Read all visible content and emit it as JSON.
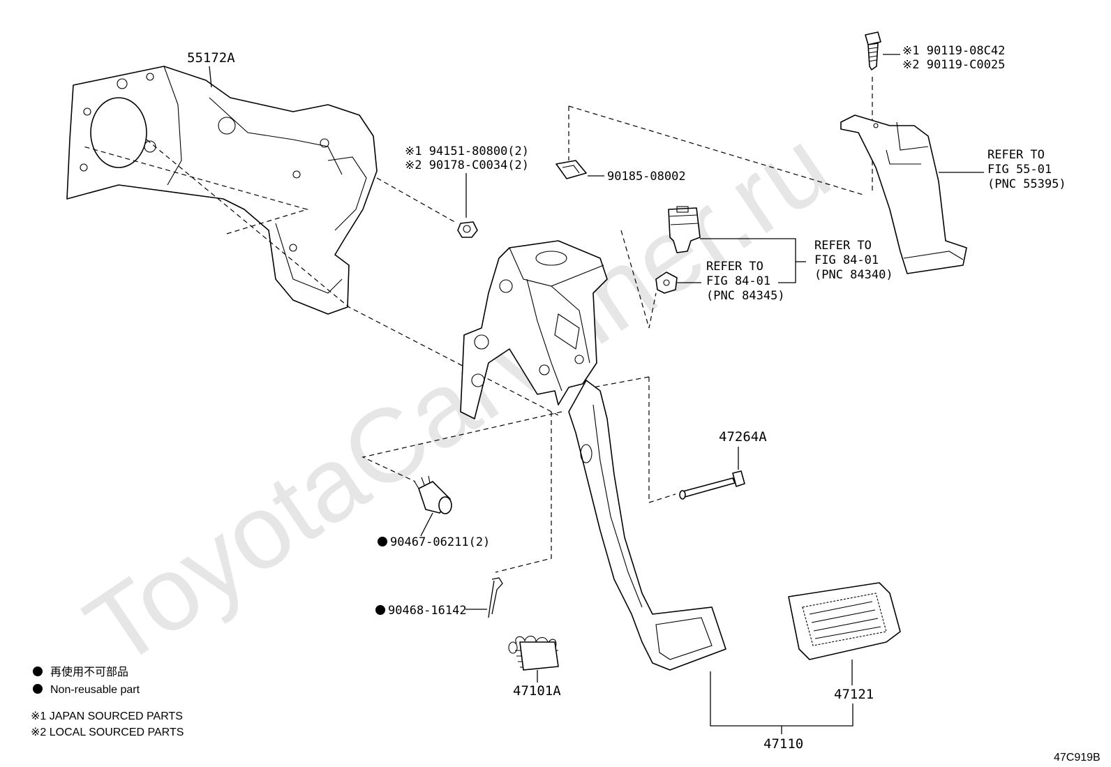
{
  "watermark": "ToyotaCarWiner.ru",
  "figure_code": "47C919B",
  "labels": {
    "p55172a": "55172A",
    "bolt_1": "※1 90119-08C42",
    "bolt_2": "※2 90119-C0025",
    "nut_1": "※1 94151-80800(2)",
    "nut_2": "※2 90178-C0034(2)",
    "clip": "90185-08002",
    "refer55": [
      "REFER TO",
      "FIG 55-01",
      "(PNC 55395)"
    ],
    "refer84340": [
      "REFER TO",
      "FIG 84-01",
      "(PNC 84340)"
    ],
    "refer84345": [
      "REFER TO",
      "FIG 84-01",
      "(PNC 84345)"
    ],
    "p47264a": "47264A",
    "bushing": "90467-06211(2)",
    "pin": "90468-16142",
    "p47101a": "47101A",
    "p47121": "47121",
    "p47110": "47110"
  },
  "legend": {
    "non_reusable_jp": "再使用不可部品",
    "non_reusable_en": "Non-reusable part",
    "note1": "※1 JAPAN SOURCED PARTS",
    "note2": "※2 LOCAL SOURCED PARTS"
  }
}
